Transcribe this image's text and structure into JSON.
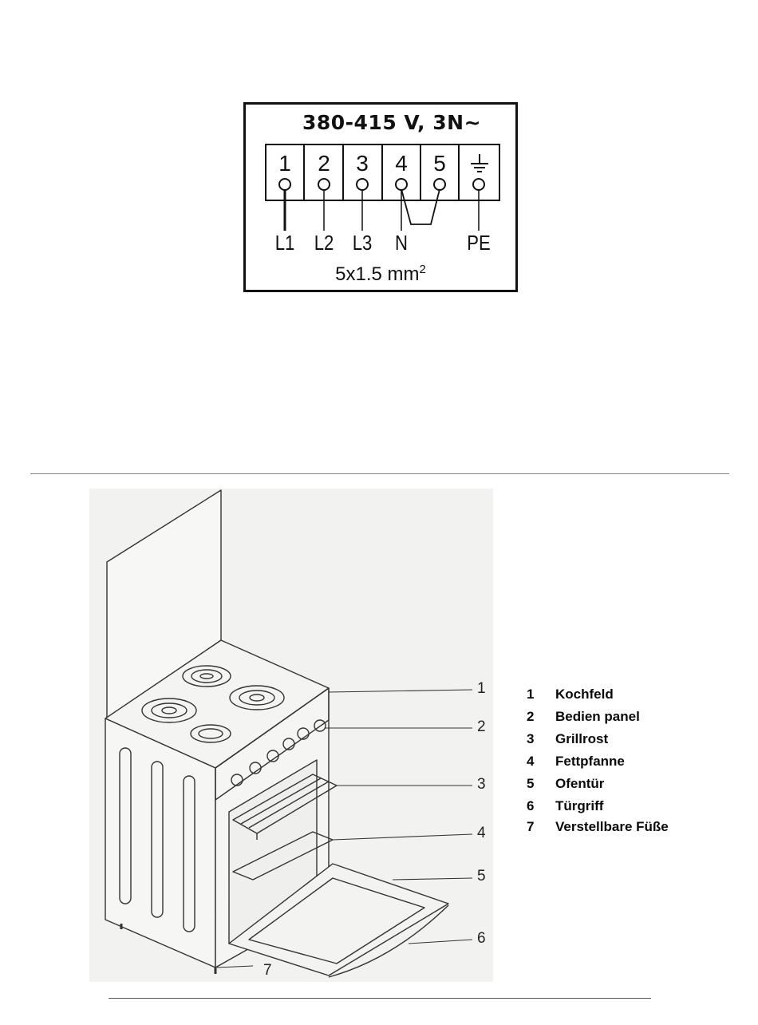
{
  "wiring": {
    "voltage": "380-415 V, 3N~",
    "terminals": [
      "1",
      "2",
      "3",
      "4",
      "5"
    ],
    "ground_symbol": "earth-ground-icon",
    "wires": [
      "L1",
      "L2",
      "L3",
      "N",
      "PE"
    ],
    "cable_text": "5x1.5 mm",
    "cable_exp": "2"
  },
  "stove": {
    "callouts": [
      "1",
      "2",
      "3",
      "4",
      "5",
      "6",
      "7"
    ]
  },
  "legend": [
    {
      "num": "1",
      "label": "Kochfeld"
    },
    {
      "num": "2",
      "label": "Bedien panel"
    },
    {
      "num": "3",
      "label": "Grillrost"
    },
    {
      "num": "4",
      "label": "Fettpfanne"
    },
    {
      "num": "5",
      "label": "Ofentür"
    },
    {
      "num": "6",
      "label": "Türgriff"
    },
    {
      "num": "7",
      "label": "Verstellbare Füße"
    }
  ],
  "colors": {
    "divider": "#5f8fb3",
    "ink": "#111111",
    "illustration_bg": "#f2f2f0"
  }
}
